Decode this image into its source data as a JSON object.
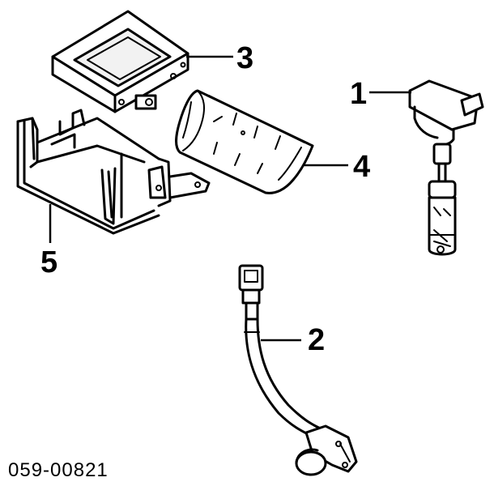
{
  "callouts": [
    {
      "id": "1",
      "label": "1"
    },
    {
      "id": "2",
      "label": "2"
    },
    {
      "id": "3",
      "label": "3"
    },
    {
      "id": "4",
      "label": "4"
    },
    {
      "id": "5",
      "label": "5"
    }
  ],
  "diagram_code": "059-00821"
}
